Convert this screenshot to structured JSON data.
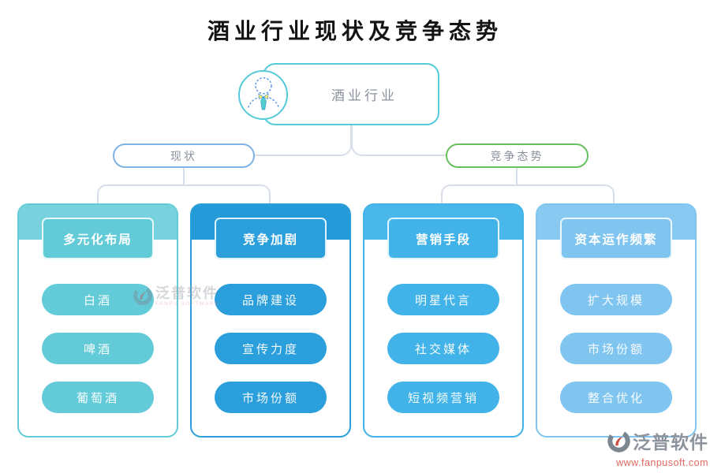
{
  "title": "酒业行业现状及竞争态势",
  "root": {
    "label": "酒业行业",
    "icon": "person-icon"
  },
  "branches": {
    "left": {
      "label": "现状",
      "border_color": "#7FB2E5"
    },
    "right": {
      "label": "竞争态势",
      "border_color": "#68BF5F"
    }
  },
  "columns": [
    {
      "header": "多元化布局",
      "color": "#63CBD8",
      "parent": "现状",
      "items": [
        "白酒",
        "啤酒",
        "葡萄酒"
      ]
    },
    {
      "header": "竞争加剧",
      "color": "#2B9FDB",
      "parent": "现状",
      "items": [
        "品牌建设",
        "宣传力度",
        "市场份额"
      ]
    },
    {
      "header": "营销手段",
      "color": "#41B3E8",
      "parent": "竞争态势",
      "items": [
        "明星代言",
        "社交媒体",
        "短视频营销"
      ]
    },
    {
      "header": "资本运作频繁",
      "color": "#7FC5F0",
      "parent": "竞争态势",
      "items": [
        "扩大规模",
        "市场份额",
        "整合优化"
      ]
    }
  ],
  "watermarks": {
    "center": {
      "brand": "泛普软件",
      "brand_en": "FANPU SOFTWARE",
      "logo": "fanpu-logo-icon"
    },
    "bottom_right": {
      "brand": "泛普软件",
      "url": "www.fanpusoft.com",
      "logo": "fanpu-logo-icon"
    }
  },
  "colors": {
    "root_border": "#55CBD9",
    "connector": "#D8DEEA",
    "node_text": "#8A919C",
    "title_text": "#141414",
    "watermark_gray": "#8D939C",
    "watermark_red": "#E0685F"
  }
}
